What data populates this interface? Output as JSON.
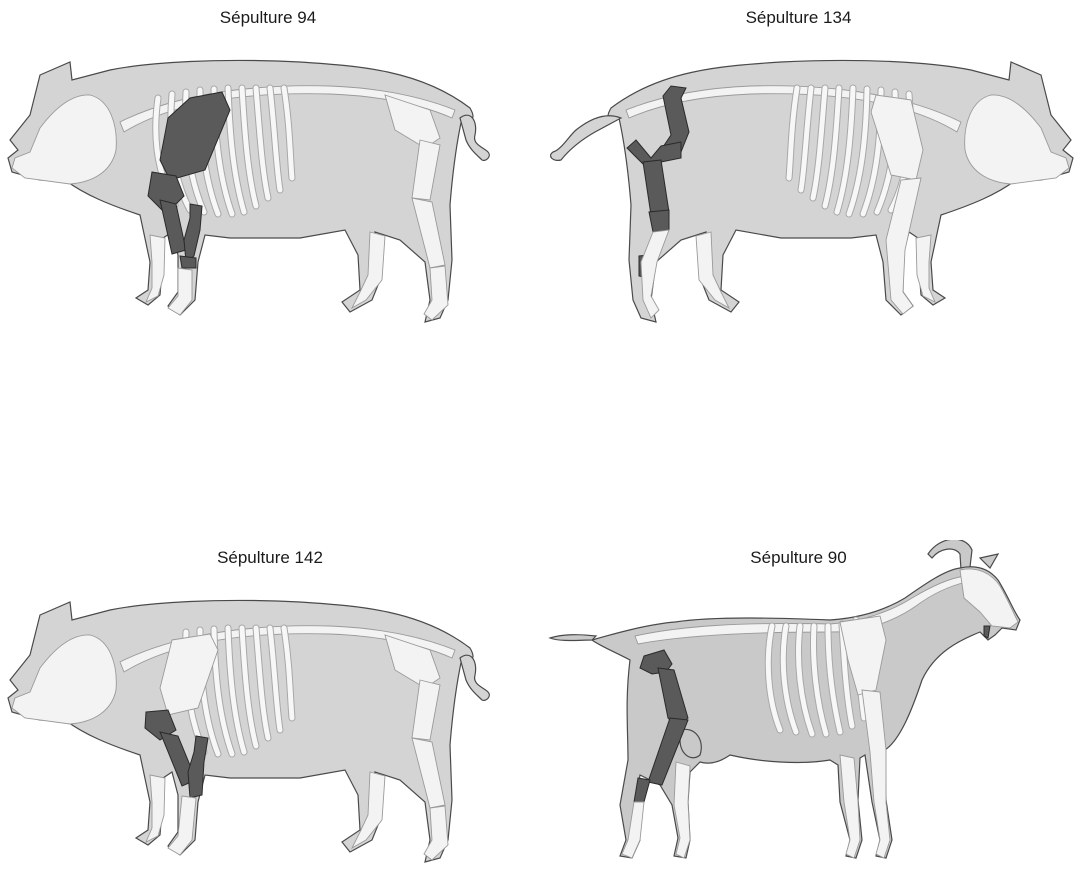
{
  "panels": [
    {
      "title": "Sépulture 94",
      "animal": "pig",
      "facing": "left",
      "highlight": "forelimb"
    },
    {
      "title": "Sépulture 134",
      "animal": "pig",
      "facing": "right",
      "highlight": "hindlimb"
    },
    {
      "title": "Sépulture 142",
      "animal": "pig",
      "facing": "left",
      "highlight": "lower-forelimb"
    },
    {
      "title": "Sépulture 90",
      "animal": "goat",
      "facing": "right",
      "highlight": "hindlimb"
    }
  ],
  "colors": {
    "body": "#d4d4d4",
    "bone": "#f3f3f3",
    "highlighted_bone": "#5a5a5a"
  }
}
